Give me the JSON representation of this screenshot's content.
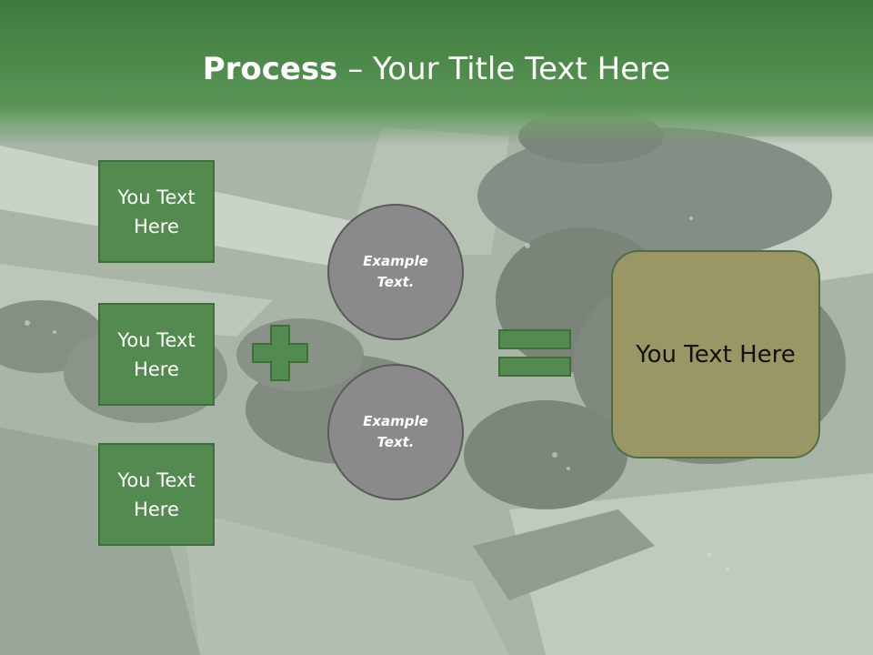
{
  "title": {
    "bold_part": "Process",
    "rest": " – Your Title Text Here"
  },
  "left_boxes": [
    {
      "label": "You Text Here"
    },
    {
      "label": "You Text Here"
    },
    {
      "label": "You Text Here"
    }
  ],
  "circles": [
    {
      "label": "Example Text."
    },
    {
      "label": "Example Text."
    }
  ],
  "result": {
    "label": "You Text Here"
  },
  "icons": {
    "operator_1": "plus-icon",
    "operator_2": "equals-icon"
  },
  "colors": {
    "title_band": "#4b8848",
    "box_green": "#538a4f",
    "circle_gray": "#8a8a8a",
    "result_olive": "#9a9764",
    "operator_green": "#538a4f"
  }
}
